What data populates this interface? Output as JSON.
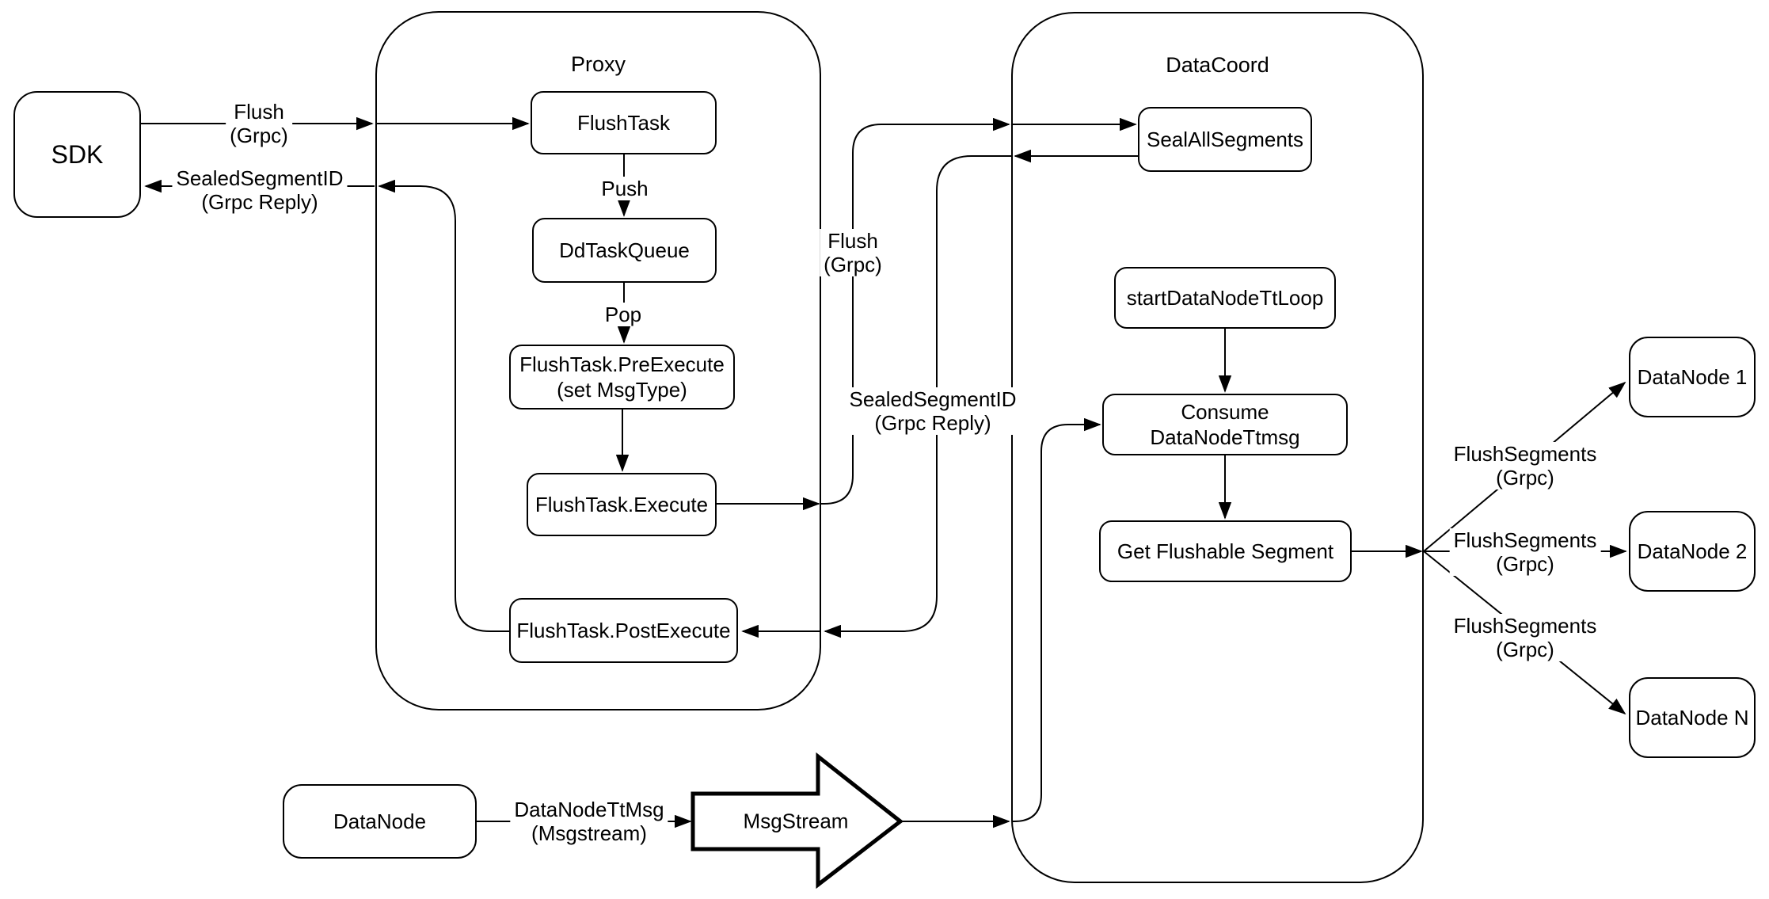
{
  "colors": {
    "stroke": "#000000",
    "background": "#ffffff"
  },
  "containers": {
    "proxy": {
      "title": "Proxy"
    },
    "datacoord": {
      "title": "DataCoord"
    }
  },
  "nodes": {
    "sdk": {
      "label": "SDK"
    },
    "flush_task": {
      "label": "FlushTask"
    },
    "dd_task_queue": {
      "label": "DdTaskQueue"
    },
    "pre_execute": {
      "line1": "FlushTask.PreExecute",
      "line2": "(set MsgType)"
    },
    "execute": {
      "label": "FlushTask.Execute"
    },
    "post_execute": {
      "label": "FlushTask.PostExecute"
    },
    "seal_all_segments": {
      "label": "SealAllSegments"
    },
    "start_data_node_tt_loop": {
      "label": "startDataNodeTtLoop"
    },
    "consume_data_node_ttmsg": {
      "label": "Consume DataNodeTtmsg"
    },
    "get_flushable_segment": {
      "label": "Get Flushable Segment"
    },
    "data_node_1": {
      "label": "DataNode 1"
    },
    "data_node_2": {
      "label": "DataNode 2"
    },
    "data_node_n": {
      "label": "DataNode N"
    },
    "data_node_source": {
      "label": "DataNode"
    },
    "msg_stream": {
      "label": "MsgStream"
    }
  },
  "edge_labels": {
    "flush_grpc_sdk": {
      "line1": "Flush",
      "line2": "(Grpc)"
    },
    "sealed_segment_id_sdk": {
      "line1": "SealedSegmentID",
      "line2": "(Grpc Reply)"
    },
    "push": {
      "label": "Push"
    },
    "pop": {
      "label": "Pop"
    },
    "flush_grpc_mid": {
      "line1": "Flush",
      "line2": "(Grpc)"
    },
    "sealed_segment_id_mid": {
      "line1": "SealedSegmentID",
      "line2": "(Grpc Reply)"
    },
    "flush_segments_1": {
      "line1": "FlushSegments",
      "line2": "(Grpc)"
    },
    "flush_segments_2": {
      "line1": "FlushSegments",
      "line2": "(Grpc)"
    },
    "flush_segments_3": {
      "line1": "FlushSegments",
      "line2": "(Grpc)"
    },
    "data_node_tt_msg": {
      "line1": "DataNodeTtMsg",
      "line2": "(Msgstream)"
    }
  }
}
